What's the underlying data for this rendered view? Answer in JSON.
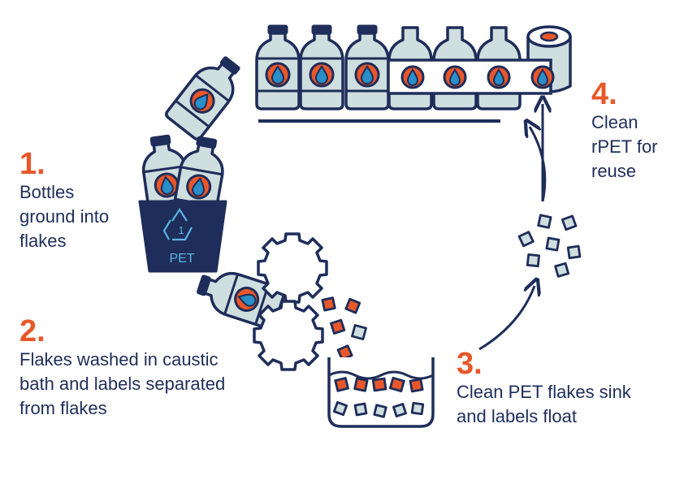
{
  "colors": {
    "navy": "#1e2d5a",
    "orange": "#e8572a",
    "pale": "#cfdede",
    "drop": "#2a8fc8",
    "bin": "#1e2d5a",
    "bin_text": "#5ab4e6"
  },
  "bin": {
    "resin_code": "1",
    "label": "PET"
  },
  "steps": [
    {
      "number": "1.",
      "text": "Bottles\nground into\nflakes"
    },
    {
      "number": "2.",
      "text": "Flakes washed in caustic\nbath and labels separated\nfrom flakes"
    },
    {
      "number": "3.",
      "text": "Clean PET flakes sink\nand labels float"
    },
    {
      "number": "4.",
      "text": "Clean\nrPET for\nreuse"
    }
  ]
}
